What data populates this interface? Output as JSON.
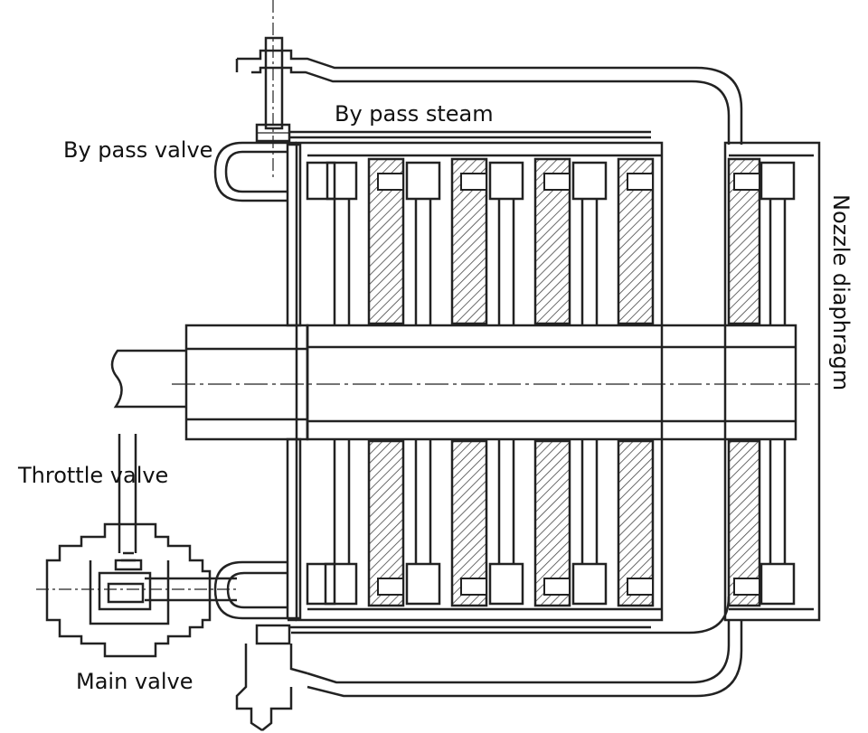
{
  "labels": {
    "bypass_valve": "By pass valve",
    "bypass_steam": "By pass steam",
    "nozzle_diaphragm": "Nozzle diaphragm",
    "throttle_valve": "Throttle valve",
    "main_valve": "Main valve"
  },
  "colors": {
    "line": "#222222",
    "hatch": "#444444",
    "background": "#ffffff"
  }
}
